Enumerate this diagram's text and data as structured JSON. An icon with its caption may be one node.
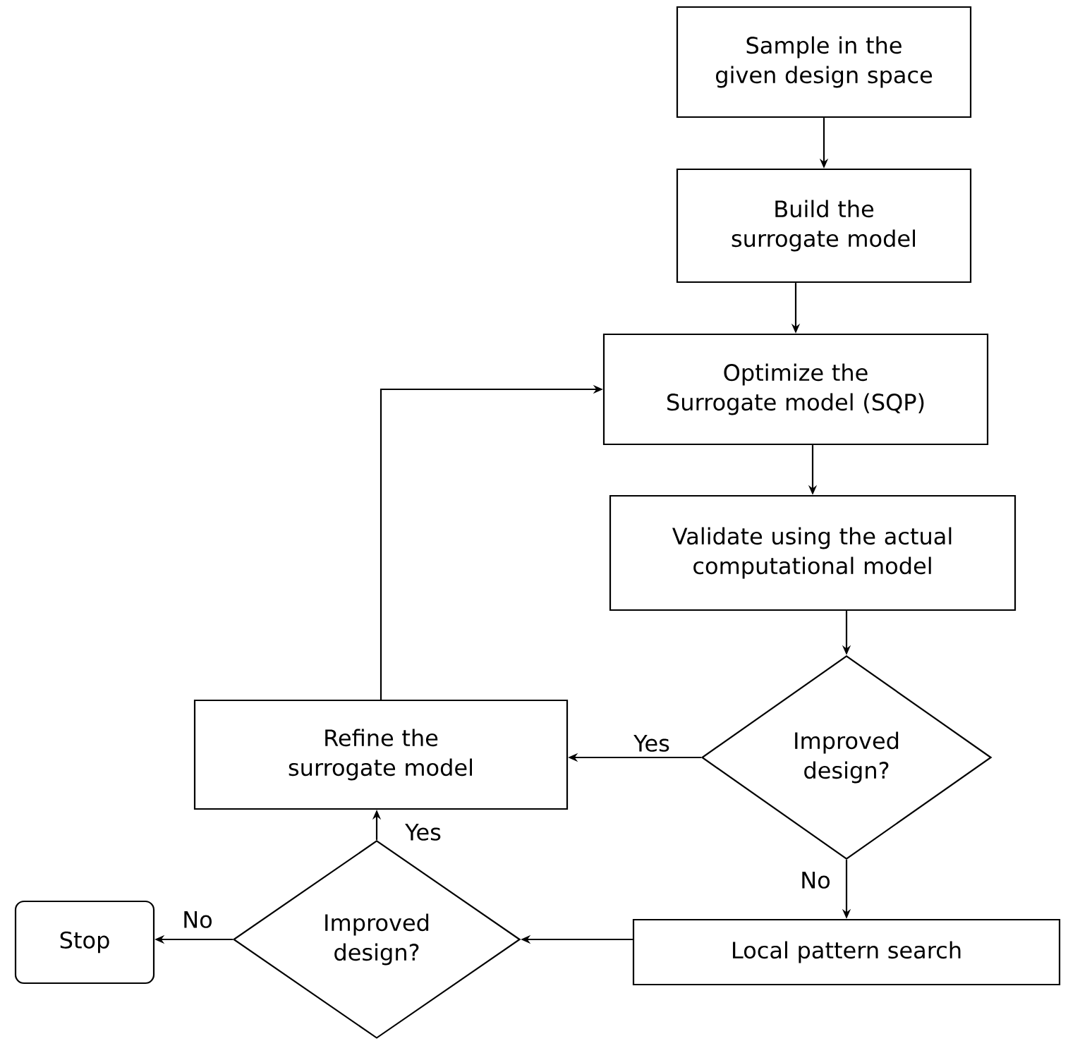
{
  "diagram": {
    "nodes": [
      {
        "text": [
          "Sample in the given design space"
        ]
      },
      {
        "text": [
          "Build the surrogate model"
        ]
      },
      {
        "text": [
          "Optimize the Surrogate model (SQP)"
        ]
      },
      {
        "text": [
          "Validate using the actual computational model"
        ]
      },
      {
        "text": [
          "Improved design?"
        ]
      },
      {
        "text": [
          "Refine the surrogate model"
        ]
      },
      {
        "text": [
          "Local pattern search"
        ]
      },
      {
        "text": [
          "Improved design?"
        ]
      },
      {
        "text": [
          "Stop"
        ]
      }
    ],
    "edges": [
      {
        "from": 0,
        "to": 1,
        "arrow": "to"
      },
      {
        "from": 1,
        "to": 2,
        "arrow": "to"
      },
      {
        "from": 2,
        "to": 3,
        "arrow": "to"
      },
      {
        "from": 3,
        "to": 4,
        "arrow": "to"
      },
      {
        "from": 4,
        "to": 5,
        "arrow": "to",
        "label": "Yes"
      },
      {
        "from": 4,
        "to": 6,
        "arrow": "to",
        "label": "No"
      },
      {
        "from": 6,
        "to": 7,
        "arrow": "to"
      },
      {
        "from": 7,
        "to": 5,
        "arrow": "to",
        "label": "Yes"
      },
      {
        "from": 7,
        "to": 8,
        "arrow": "to",
        "label": "No"
      },
      {
        "from": 5,
        "to": 2,
        "arrow": "to"
      }
    ]
  }
}
